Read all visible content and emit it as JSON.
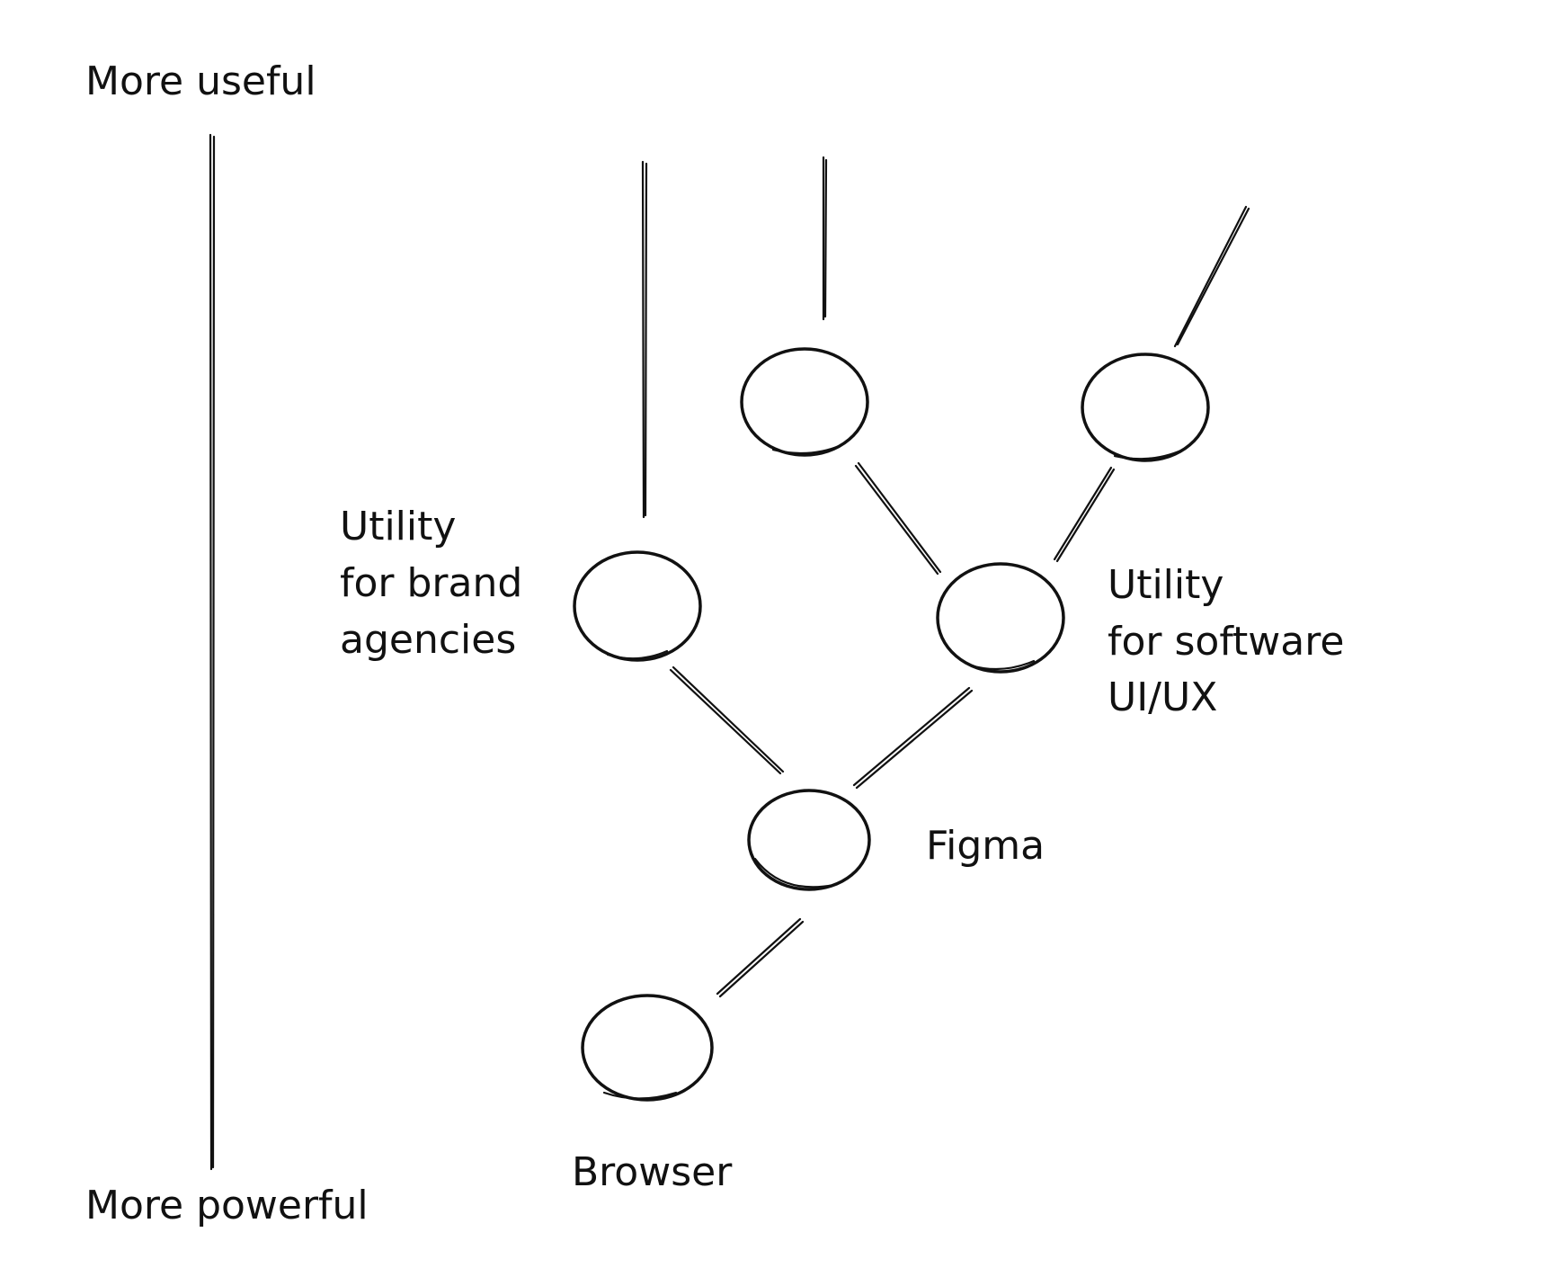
{
  "axis": {
    "top_label": "More useful",
    "bottom_label": "More powerful"
  },
  "labels": {
    "brand": [
      "Utility",
      "for brand",
      "agencies"
    ],
    "software": [
      "Utility",
      "for software",
      "UI/UX"
    ],
    "figma": "Figma",
    "browser": "Browser"
  },
  "colors": {
    "ink": "#111111",
    "background": "#ffffff"
  }
}
